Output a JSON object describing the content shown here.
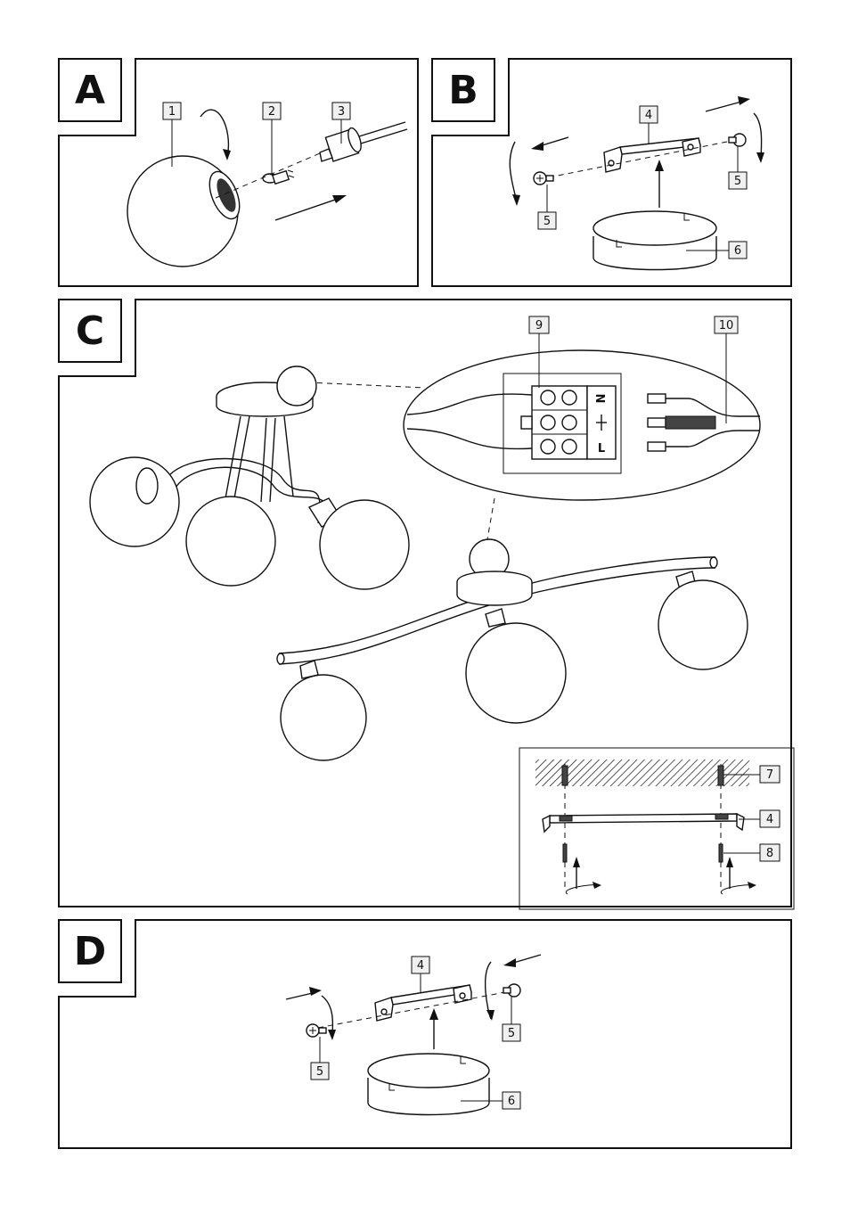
{
  "panels": {
    "a": {
      "label": "A",
      "callouts": {
        "globe": "1",
        "bulb": "2",
        "socket": "3"
      }
    },
    "b": {
      "label": "B",
      "callouts": {
        "bracket": "4",
        "screw_right": "5",
        "screw_left": "5",
        "canopy": "6"
      }
    },
    "c": {
      "label": "C",
      "callouts": {
        "terminal_block": "9",
        "supply_cable": "10",
        "ceiling_plug": "7",
        "bracket": "4",
        "screw": "8"
      }
    },
    "d": {
      "label": "D",
      "callouts": {
        "bracket": "4",
        "screw_right": "5",
        "screw_left": "5",
        "canopy": "6"
      }
    }
  },
  "terminal": {
    "n_symbol": "N",
    "l_symbol": "L"
  },
  "colors": {
    "ink": "#111111",
    "tag_fill": "#f0f0f0",
    "page": "#ffffff"
  }
}
